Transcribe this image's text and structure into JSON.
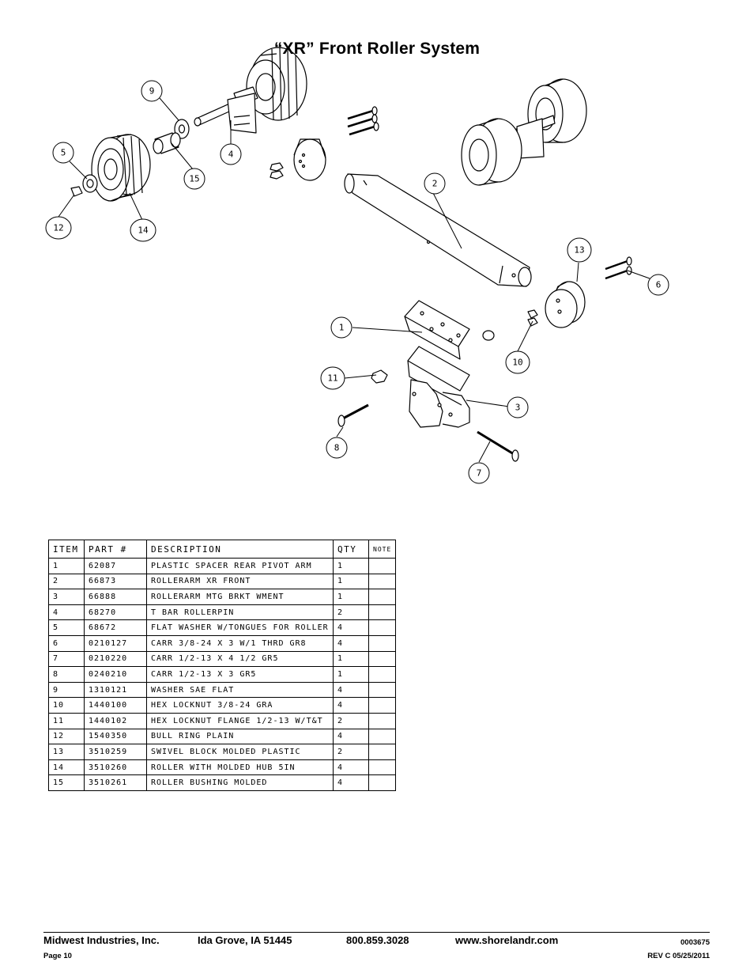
{
  "title": "“XR” Front Roller  System",
  "callouts": [
    "1",
    "2",
    "3",
    "4",
    "5",
    "6",
    "7",
    "8",
    "9",
    "10",
    "11",
    "12",
    "13",
    "14",
    "15"
  ],
  "table": {
    "headers": {
      "item": "ITEM",
      "part": "PART #",
      "description": "DESCRIPTION",
      "qty": "QTY",
      "note": "NOTE"
    },
    "rows": [
      {
        "item": "1",
        "part": "62087",
        "description": "PLASTIC SPACER REAR PIVOT ARM",
        "qty": "1",
        "note": ""
      },
      {
        "item": "2",
        "part": "66873",
        "description": "ROLLERARM XR FRONT",
        "qty": "1",
        "note": ""
      },
      {
        "item": "3",
        "part": "66888",
        "description": "ROLLERARM MTG BRKT WMENT",
        "qty": "1",
        "note": ""
      },
      {
        "item": "4",
        "part": "68270",
        "description": "T BAR ROLLERPIN",
        "qty": "2",
        "note": ""
      },
      {
        "item": "5",
        "part": "68672",
        "description": "FLAT WASHER W/TONGUES FOR ROLLER",
        "qty": "4",
        "note": ""
      },
      {
        "item": "6",
        "part": "0210127",
        "description": "CARR 3/8-24 X 3 W/1 THRD GR8",
        "qty": "4",
        "note": ""
      },
      {
        "item": "7",
        "part": "0210220",
        "description": "CARR 1/2-13 X 4 1/2 GR5",
        "qty": "1",
        "note": ""
      },
      {
        "item": "8",
        "part": "0240210",
        "description": "CARR 1/2-13 X 3 GR5",
        "qty": "1",
        "note": ""
      },
      {
        "item": "9",
        "part": "1310121",
        "description": "WASHER SAE FLAT",
        "qty": "4",
        "note": ""
      },
      {
        "item": "10",
        "part": "1440100",
        "description": "HEX LOCKNUT 3/8-24 GRA",
        "qty": "4",
        "note": ""
      },
      {
        "item": "11",
        "part": "1440102",
        "description": "HEX LOCKNUT FLANGE 1/2-13 W/T&T",
        "qty": "2",
        "note": ""
      },
      {
        "item": "12",
        "part": "1540350",
        "description": "BULL RING PLAIN",
        "qty": "4",
        "note": ""
      },
      {
        "item": "13",
        "part": "3510259",
        "description": "SWIVEL BLOCK MOLDED PLASTIC",
        "qty": "2",
        "note": ""
      },
      {
        "item": "14",
        "part": "3510260",
        "description": "ROLLER WITH MOLDED HUB  5IN",
        "qty": "4",
        "note": ""
      },
      {
        "item": "15",
        "part": "3510261",
        "description": "ROLLER BUSHING MOLDED",
        "qty": "4",
        "note": ""
      }
    ]
  },
  "footer": {
    "company": "Midwest Industries, Inc.",
    "location": "Ida Grove, IA  51445",
    "phone": "800.859.3028",
    "website": "www.shorelandr.com",
    "doc_number": "0003675",
    "page": "Page 10",
    "revision": "REV C  05/25/2011"
  }
}
